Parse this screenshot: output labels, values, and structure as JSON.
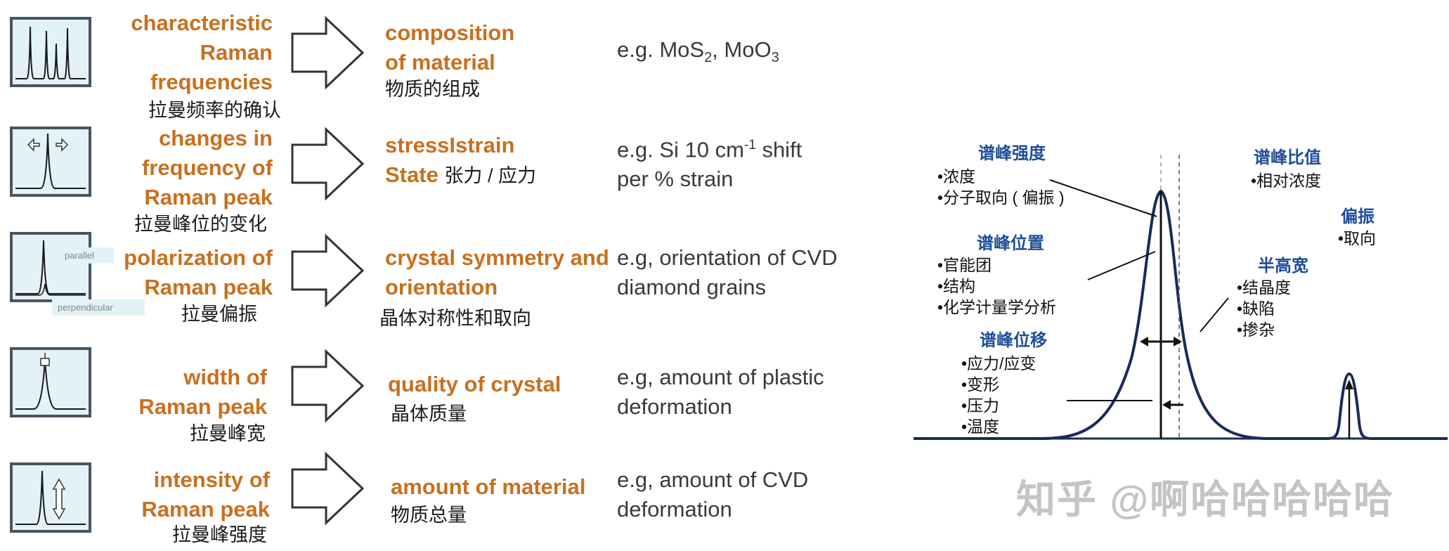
{
  "rows": [
    {
      "prop_lines": [
        "characteristic",
        "Raman",
        "frequencies"
      ],
      "prop_zh": "拉曼频率的确认",
      "result_lines": [
        "composition",
        "of material"
      ],
      "result_zh": "物质的组成",
      "example_html": "e.g. MoS<sub>2</sub>, MoO<sub>3</sub>",
      "example_text": [
        "e.g. MoS",
        "2",
        ", MoO",
        "3"
      ]
    },
    {
      "prop_lines": [
        "changes in",
        "frequency of",
        "Raman peak"
      ],
      "prop_zh": "拉曼峰位的变化",
      "result_lines": [
        "stressIstrain",
        "State"
      ],
      "result_zh_inline": "张力 / 应力",
      "example_lines": [
        "e.g. Si 10 cm",
        "-1",
        " shift",
        "per % strain"
      ]
    },
    {
      "prop_lines": [
        "polarization of",
        "Raman peak"
      ],
      "prop_zh": "拉曼偏振",
      "result_lines": [
        "crystal symmetry and",
        "orientation"
      ],
      "result_zh": "晶体对称性和取向",
      "example_lines": [
        "e.g, orientation of CVD",
        "diamond grains"
      ],
      "tag_parallel": "parallel",
      "tag_perpendicular": "perpendicular"
    },
    {
      "prop_lines": [
        "width of",
        "Raman peak"
      ],
      "prop_zh": "拉曼峰宽",
      "result_lines": [
        "quality of crystal"
      ],
      "result_zh": "晶体质量",
      "example_lines": [
        "e.g, amount of plastic",
        "deformation"
      ]
    },
    {
      "prop_lines": [
        "intensity of",
        "Raman peak"
      ],
      "prop_zh": "拉曼峰强度",
      "result_lines": [
        "amount of material"
      ],
      "result_zh": "物质总量",
      "example_lines": [
        "e.g, amount of CVD",
        "deformation"
      ]
    }
  ],
  "diagram": {
    "intensity_title": "谱峰强度",
    "intensity_items": [
      "•浓度",
      "•分子取向 ( 偏振 )"
    ],
    "position_title": "谱峰位置",
    "position_items": [
      "•官能团",
      "•结构",
      "•化学计量学分析"
    ],
    "shift_title": "谱峰位移",
    "shift_items": [
      "•应力/应变",
      "•变形",
      "•压力",
      "•温度"
    ],
    "ratio_title": "谱峰比值",
    "ratio_items": [
      "•相对浓度"
    ],
    "polar_title": "偏振",
    "polar_items": [
      "•取向"
    ],
    "fwhm_title": "半高宽",
    "fwhm_items": [
      "•结晶度",
      "•缺陷",
      "•掺杂"
    ]
  },
  "watermark": "知乎 @啊哈哈哈哈哈",
  "colors": {
    "orange": "#c8701f",
    "blue_label": "#1f4e99",
    "curve": "#1a2a5a",
    "thumb_bg": "#e3f2f6"
  }
}
